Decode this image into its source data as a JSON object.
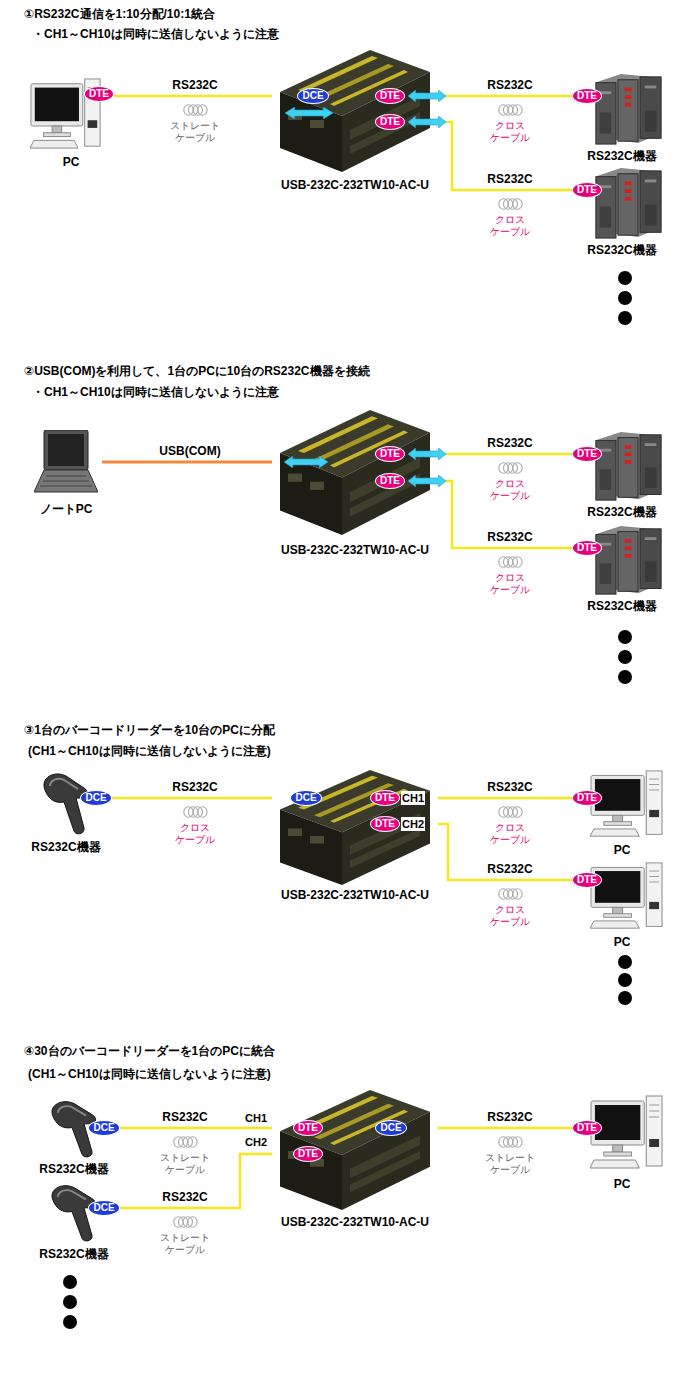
{
  "diagram": {
    "nodes": [
      {
        "text": [
          "PC"
        ]
      },
      {
        "text": [
          "DTE"
        ],
        "in": 0
      },
      {
        "text": [
          "USB-232C-232TW10-AC-U"
        ]
      },
      {
        "text": [
          "DCE"
        ],
        "in": 2
      },
      {
        "text": [
          "DTE"
        ],
        "in": 2
      },
      {
        "text": [
          "DTE"
        ],
        "in": 2
      },
      {
        "text": [
          "RS232C機器"
        ]
      },
      {
        "text": [
          "DTE"
        ],
        "in": 6
      },
      {
        "text": [
          "RS232C機器"
        ]
      },
      {
        "text": [
          "DTE"
        ],
        "in": 8
      },
      {
        "text": [
          "ノートPC"
        ]
      },
      {
        "text": [
          "USB-232C-232TW10-AC-U"
        ]
      },
      {
        "text": [
          "DTE"
        ],
        "in": 11
      },
      {
        "text": [
          "DTE"
        ],
        "in": 11
      },
      {
        "text": [
          "RS232C機器"
        ]
      },
      {
        "text": [
          "DTE"
        ],
        "in": 14
      },
      {
        "text": [
          "RS232C機器"
        ]
      },
      {
        "text": [
          "DTE"
        ],
        "in": 16
      },
      {
        "text": [
          "RS232C機器"
        ]
      },
      {
        "text": [
          "DCE"
        ],
        "in": 18
      },
      {
        "text": [
          "USB-232C-232TW10-AC-U"
        ]
      },
      {
        "text": [
          "DCE"
        ],
        "in": 20
      },
      {
        "text": [
          "DTE"
        ],
        "in": 20
      },
      {
        "text": [
          "DTE"
        ],
        "in": 20
      },
      {
        "text": [
          "PC"
        ]
      },
      {
        "text": [
          "DTE"
        ],
        "in": 24
      },
      {
        "text": [
          "PC"
        ]
      },
      {
        "text": [
          "DTE"
        ],
        "in": 26
      },
      {
        "text": [
          "RS232C機器"
        ]
      },
      {
        "text": [
          "DCE"
        ],
        "in": 28
      },
      {
        "text": [
          "RS232C機器"
        ]
      },
      {
        "text": [
          "DCE"
        ],
        "in": 30
      },
      {
        "text": [
          "USB-232C-232TW10-AC-U"
        ]
      },
      {
        "text": [
          "DTE"
        ],
        "in": 32
      },
      {
        "text": [
          "DTE"
        ],
        "in": 32
      },
      {
        "text": [
          "DCE"
        ],
        "in": 32
      },
      {
        "text": [
          "PC"
        ]
      },
      {
        "text": [
          "DTE"
        ],
        "in": 36
      }
    ],
    "edges": [
      {
        "from": 0,
        "to": 2,
        "label": "RS232C",
        "arrow": "none"
      },
      {
        "from": 2,
        "to": 6,
        "label": "RS232C",
        "arrow": "none"
      },
      {
        "from": 2,
        "to": 8,
        "label": "RS232C",
        "arrow": "none"
      },
      {
        "from": 10,
        "to": 11,
        "label": "USB(COM)",
        "arrow": "none"
      },
      {
        "from": 11,
        "to": 14,
        "label": "RS232C",
        "arrow": "none"
      },
      {
        "from": 11,
        "to": 16,
        "label": "RS232C",
        "arrow": "none"
      },
      {
        "from": 18,
        "to": 20,
        "label": "RS232C",
        "arrow": "none"
      },
      {
        "from": 20,
        "to": 24,
        "label": "RS232C",
        "arrow": "none"
      },
      {
        "from": 20,
        "to": 26,
        "label": "RS232C",
        "arrow": "none"
      },
      {
        "from": 28,
        "to": 32,
        "label": "RS232C",
        "arrow": "none"
      },
      {
        "from": 30,
        "to": 32,
        "label": "RS232C",
        "arrow": "none"
      },
      {
        "from": 32,
        "to": 36,
        "label": "RS232C",
        "arrow": "none"
      }
    ],
    "labels": [
      "①RS232C通信を1:10分配/10:1統合",
      "・CH1～CH10は同時に送信しないように注意",
      "ストレート ケーブル",
      "クロス ケーブル",
      "クロス ケーブル",
      "②USB(COM)を利用して、1台のPCに10台のRS232C機器を接続",
      "・CH1～CH10は同時に送信しないように注意",
      "クロス ケーブル",
      "クロス ケーブル",
      "③1台のバーコードリーダーを10台のPCに分配",
      "(CH1～CH10は同時に送信しないように注意)",
      "CH1",
      "CH2",
      "クロス ケーブル",
      "クロス ケーブル",
      "クロス ケーブル",
      "④30台のバーコードリーダーを1台のPCに統合",
      "(CH1～CH10は同時に送信しないように注意)",
      "CH1",
      "CH2",
      "ストレート ケーブル",
      "ストレート ケーブル",
      "ストレート ケーブル"
    ]
  }
}
